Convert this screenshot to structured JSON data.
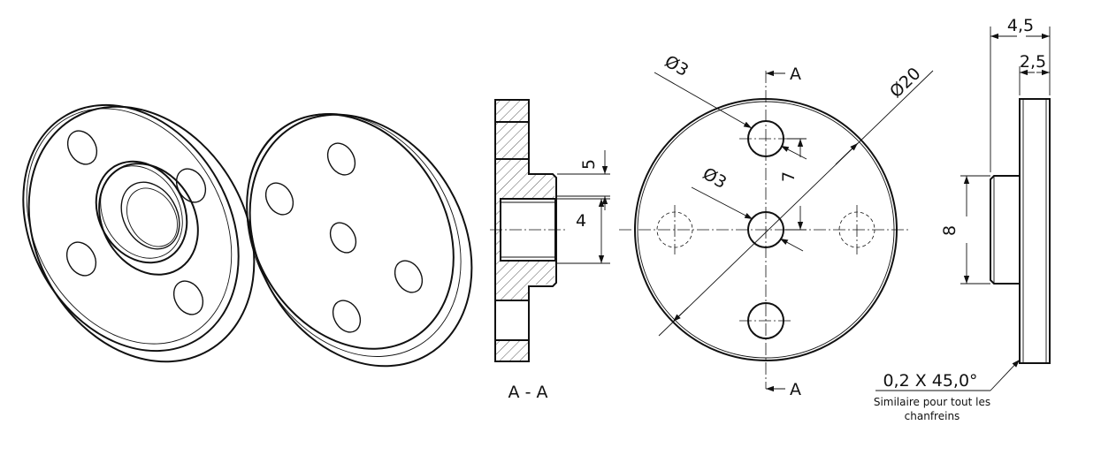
{
  "section_view": {
    "caption": "A - A",
    "dim_height": "5",
    "dim_bore": "4"
  },
  "front_view": {
    "section_marker_top": "A",
    "section_marker_bottom": "A",
    "dim_hole_outer": "Ø3",
    "dim_hole_center": "Ø3",
    "dim_outer_diameter": "Ø20",
    "dim_hole_offset": "7"
  },
  "side_view": {
    "dim_total_thickness": "4,5",
    "dim_flange_thickness": "2,5",
    "dim_hub_diameter": "8"
  },
  "chamfer_note": {
    "value": "0,2 X 45,0°",
    "line1": "Similaire pour tout les",
    "line2": "chanfreins"
  }
}
